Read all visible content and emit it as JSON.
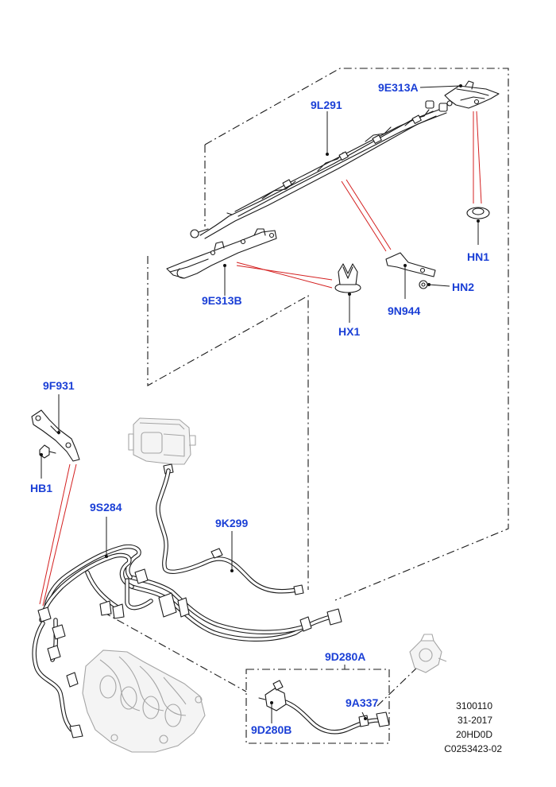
{
  "callouts": {
    "c_9E313A": "9E313A",
    "c_9L291": "9L291",
    "c_HN1": "HN1",
    "c_HN2": "HN2",
    "c_9N944": "9N944",
    "c_HX1": "HX1",
    "c_9E313B": "9E313B",
    "c_9F931": "9F931",
    "c_HB1": "HB1",
    "c_9S284": "9S284",
    "c_9K299": "9K299",
    "c_9D280A": "9D280A",
    "c_9A337": "9A337",
    "c_9D280B": "9D280B"
  },
  "reference": {
    "line1": "3100110",
    "line2": "31-2017",
    "line3": "20HD0D",
    "line4": "C0253423-02"
  },
  "colors": {
    "callout": "#1a3fd6",
    "leader_red": "#d42020",
    "line": "#1a1a1a",
    "ghost": "#a5a5a5"
  }
}
